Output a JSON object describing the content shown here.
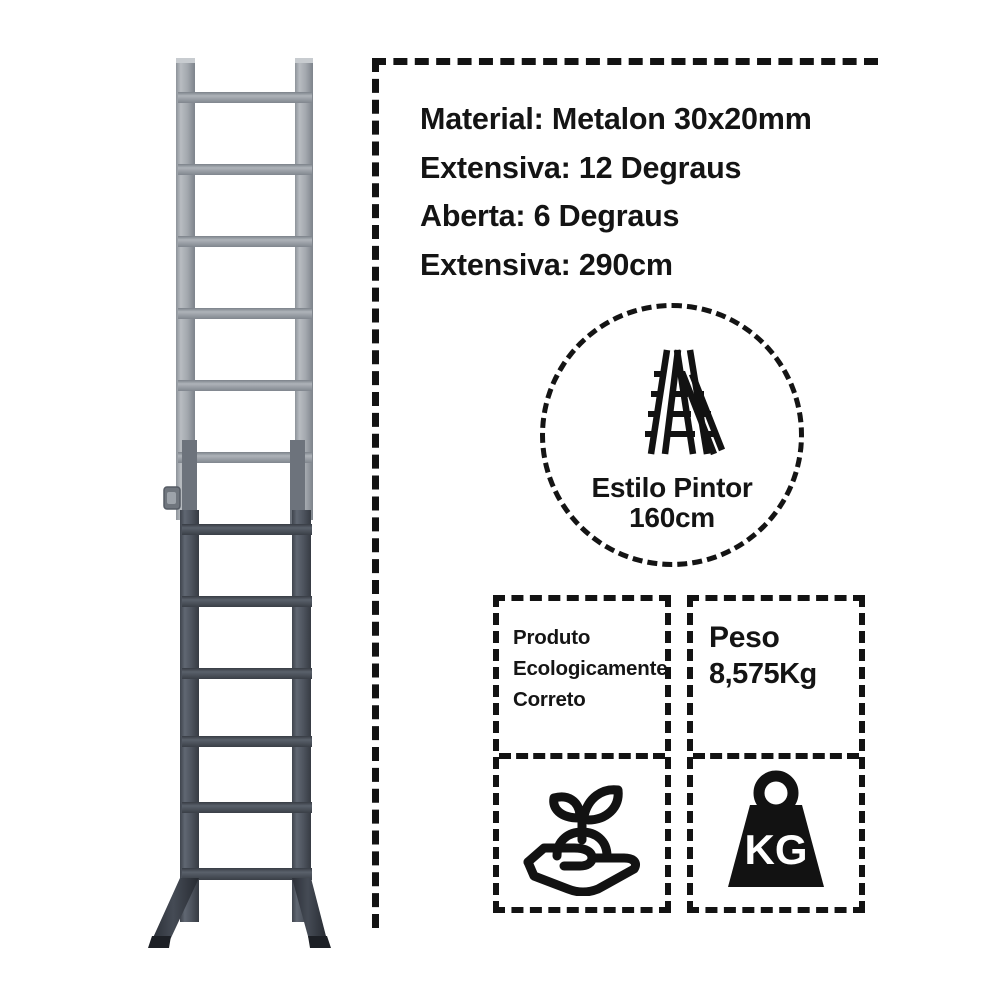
{
  "product": {
    "type": "ladder-photo",
    "description": "Escada extensiva de metalon em alumínio com 12 degraus",
    "rails_color": "#9aa0a6",
    "lower_section_color": "#4d535d",
    "feet_color": "#2f333a",
    "rung_count_visible": 12
  },
  "specs": {
    "lines": [
      "Material: Metalon 30x20mm",
      "Extensiva: 12 Degraus",
      "Aberta: 6 Degraus",
      "Extensiva: 290cm"
    ]
  },
  "badge": {
    "icon": "step-ladder-icon",
    "title": "Estilo Pintor",
    "measure": "160cm"
  },
  "eco_box": {
    "icon": "hand-holding-sprout-icon",
    "lines": [
      "Produto",
      "Ecologicamente",
      "Correto"
    ]
  },
  "weight_box": {
    "icon": "kg-weight-icon",
    "title": "Peso",
    "value": "8,575Kg",
    "icon_label": "KG"
  },
  "colors": {
    "ink": "#141414",
    "background": "#ffffff",
    "dash_border": "#131313"
  }
}
